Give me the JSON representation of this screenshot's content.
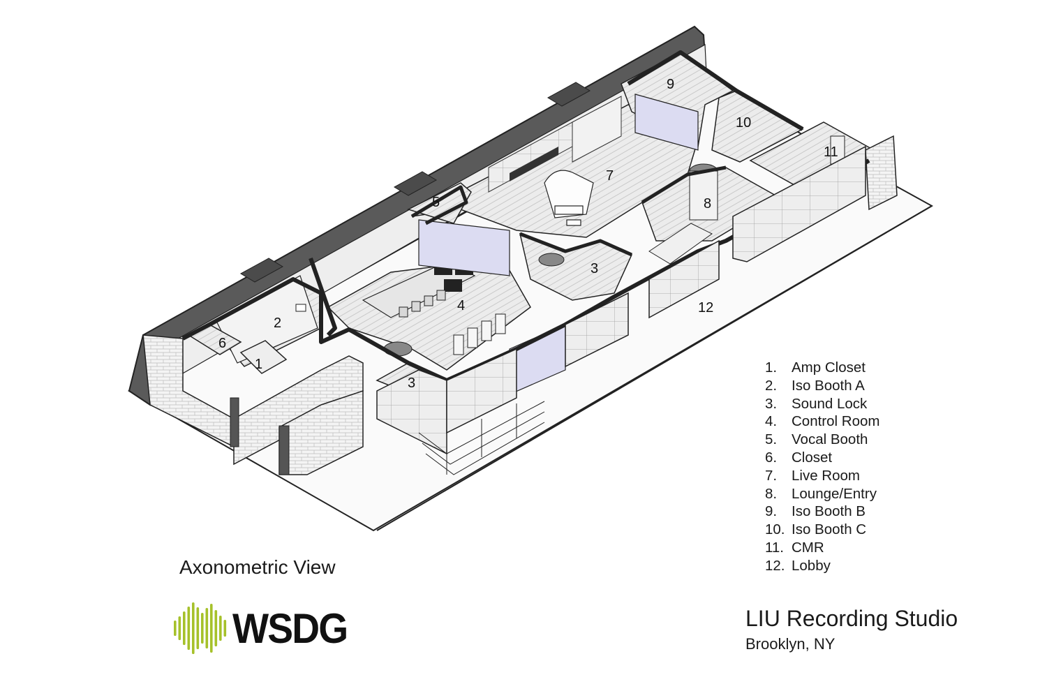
{
  "drawing": {
    "room_numbers": [
      "1",
      "2",
      "3",
      "3",
      "4",
      "5",
      "6",
      "7",
      "8",
      "9",
      "10",
      "11",
      "12"
    ]
  },
  "legend": {
    "items": [
      {
        "num": "1.",
        "label": "Amp Closet"
      },
      {
        "num": "2.",
        "label": "Iso Booth A"
      },
      {
        "num": "3.",
        "label": "Sound Lock"
      },
      {
        "num": "4.",
        "label": "Control Room"
      },
      {
        "num": "5.",
        "label": "Vocal Booth"
      },
      {
        "num": "6.",
        "label": "Closet"
      },
      {
        "num": "7.",
        "label": "Live Room"
      },
      {
        "num": "8.",
        "label": "Lounge/Entry"
      },
      {
        "num": "9.",
        "label": "Iso Booth B"
      },
      {
        "num": "10.",
        "label": "Iso Booth C"
      },
      {
        "num": "11.",
        "label": "CMR"
      },
      {
        "num": "12.",
        "label": "Lobby"
      }
    ]
  },
  "view_title": "Axonometric View",
  "logo": {
    "text": "WSDG",
    "color": "#a6c12a"
  },
  "project": {
    "title": "LIU Recording Studio",
    "location": "Brooklyn, NY"
  }
}
